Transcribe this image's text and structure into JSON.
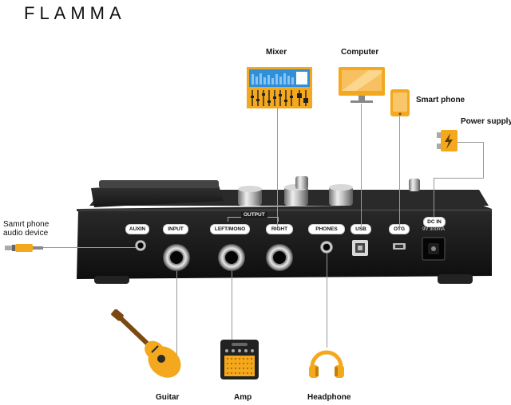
{
  "brand": "FLAMMA",
  "devices": {
    "mixer": "Mixer",
    "computer": "Computer",
    "smart_phone": "Smart phone",
    "power_supply": "Power supply",
    "audio_device_line1": "Samrt phone",
    "audio_device_line2": "audio device",
    "guitar": "Guitar",
    "amp": "Amp",
    "headphone": "Headphone"
  },
  "ports": {
    "auxin": "AUXIN",
    "input": "INPUT",
    "output_group": "OUTPUT",
    "left_mono": "LEFT/MONO",
    "right": "RIGHT",
    "phones": "PHONES",
    "usb": "USB",
    "otg": "OTG",
    "dc_in": "DC IN",
    "dc_rating": "9V 300mA"
  },
  "colors": {
    "accent_orange": "#f4a81d",
    "mixer_blue": "#2f8fd8",
    "device_body": "#1a1a1a",
    "line_gray": "#9a9a9a"
  }
}
